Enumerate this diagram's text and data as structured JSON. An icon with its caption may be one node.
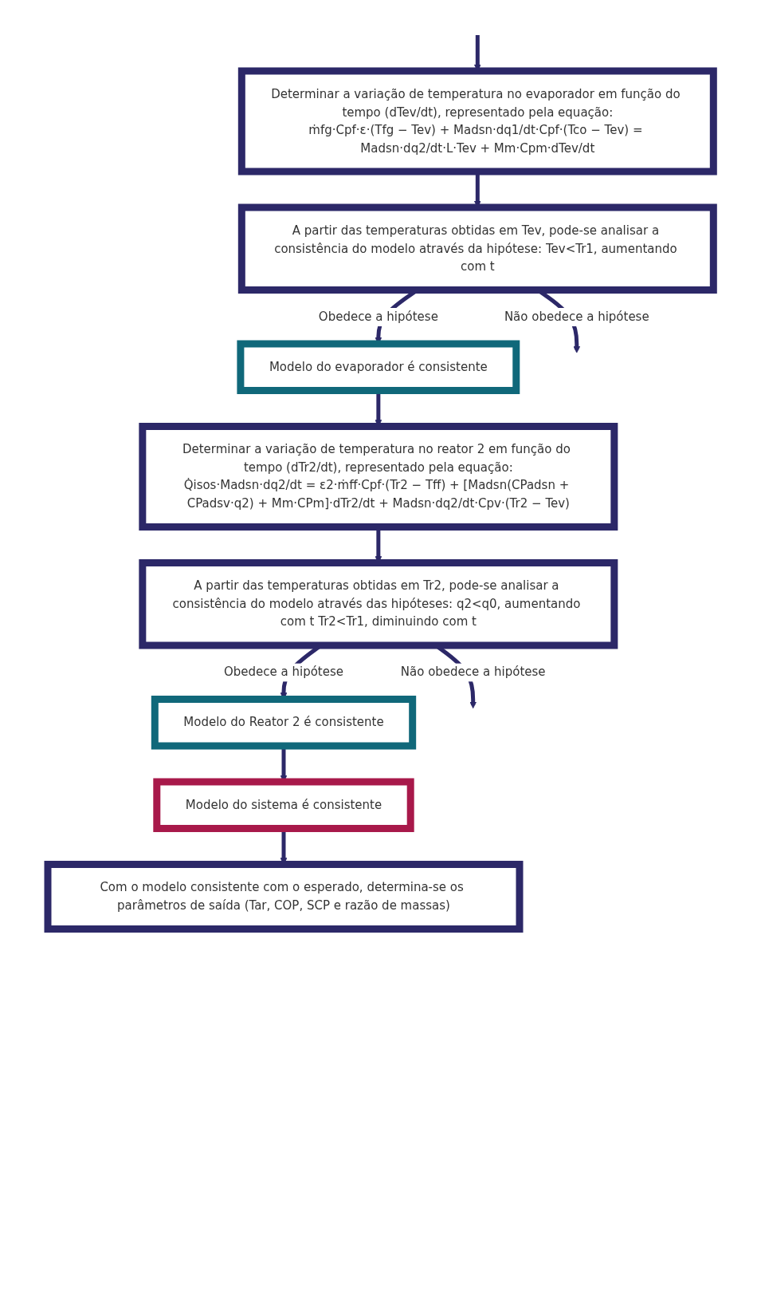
{
  "diagram": {
    "nodes": [
      {
        "text": [
          "Determinar a variação de temperatura no evaporador em função do tempo (dTev/dt), representado pela equação:",
          "ṁfg·Cpf·ε·(Tfg − Tev) + Madsn·dq1/dt·Cpf·(Tco − Tev) = Madsn·dq2/dt·L·Tev + Mm·Cpm·dTev/dt"
        ]
      },
      {
        "text": [
          "A partir das temperaturas obtidas em Tev, pode-se analisar a consistência do modelo através da hipótese: Tev<Tr1, aumentando com t"
        ]
      },
      {
        "text": [
          "Modelo do evaporador é consistente"
        ]
      },
      {
        "text": [
          "Determinar a variação de temperatura no reator 2 em função do tempo (dTr2/dt), representado pela equação:",
          "Q̇isos·Madsn·dq2/dt = ε2·ṁff·Cpf·(Tr2 − Tff) + [Madsn(CPadsn + CPadsv·q2) + Mm·CPm]·dTr2/dt + Madsn·dq2/dt·Cpv·(Tr2 − Tev)"
        ]
      },
      {
        "text": [
          "A partir das temperaturas obtidas em Tr2, pode-se analisar a consistência do modelo através das hipóteses: q2<q0, aumentando com t Tr2<Tr1, diminuindo com t"
        ]
      },
      {
        "text": [
          "Modelo do Reator 2 é consistente"
        ]
      },
      {
        "text": [
          "Modelo do sistema é consistente"
        ]
      },
      {
        "text": [
          "Com o modelo consistente com o esperado, determina-se os parâmetros de saída (Tar, COP, SCP e razão de massas)"
        ]
      }
    ],
    "edges": [
      {
        "from": null,
        "to": 0,
        "arrow": "to"
      },
      {
        "from": 0,
        "to": 1,
        "arrow": "to"
      },
      {
        "from": 1,
        "to": 2,
        "arrow": "to",
        "label": "Obedece a hipótese"
      },
      {
        "from": 1,
        "to": null,
        "arrow": "to",
        "label": "Não obedece a hipótese"
      },
      {
        "from": 2,
        "to": 3,
        "arrow": "to"
      },
      {
        "from": 3,
        "to": 4,
        "arrow": "to"
      },
      {
        "from": 4,
        "to": 5,
        "arrow": "to",
        "label": "Obedece a hipótese"
      },
      {
        "from": 4,
        "to": null,
        "arrow": "to",
        "label": "Não obedece a hipótese"
      },
      {
        "from": 5,
        "to": 6,
        "arrow": "to"
      },
      {
        "from": 6,
        "to": 7,
        "arrow": "to"
      }
    ]
  }
}
